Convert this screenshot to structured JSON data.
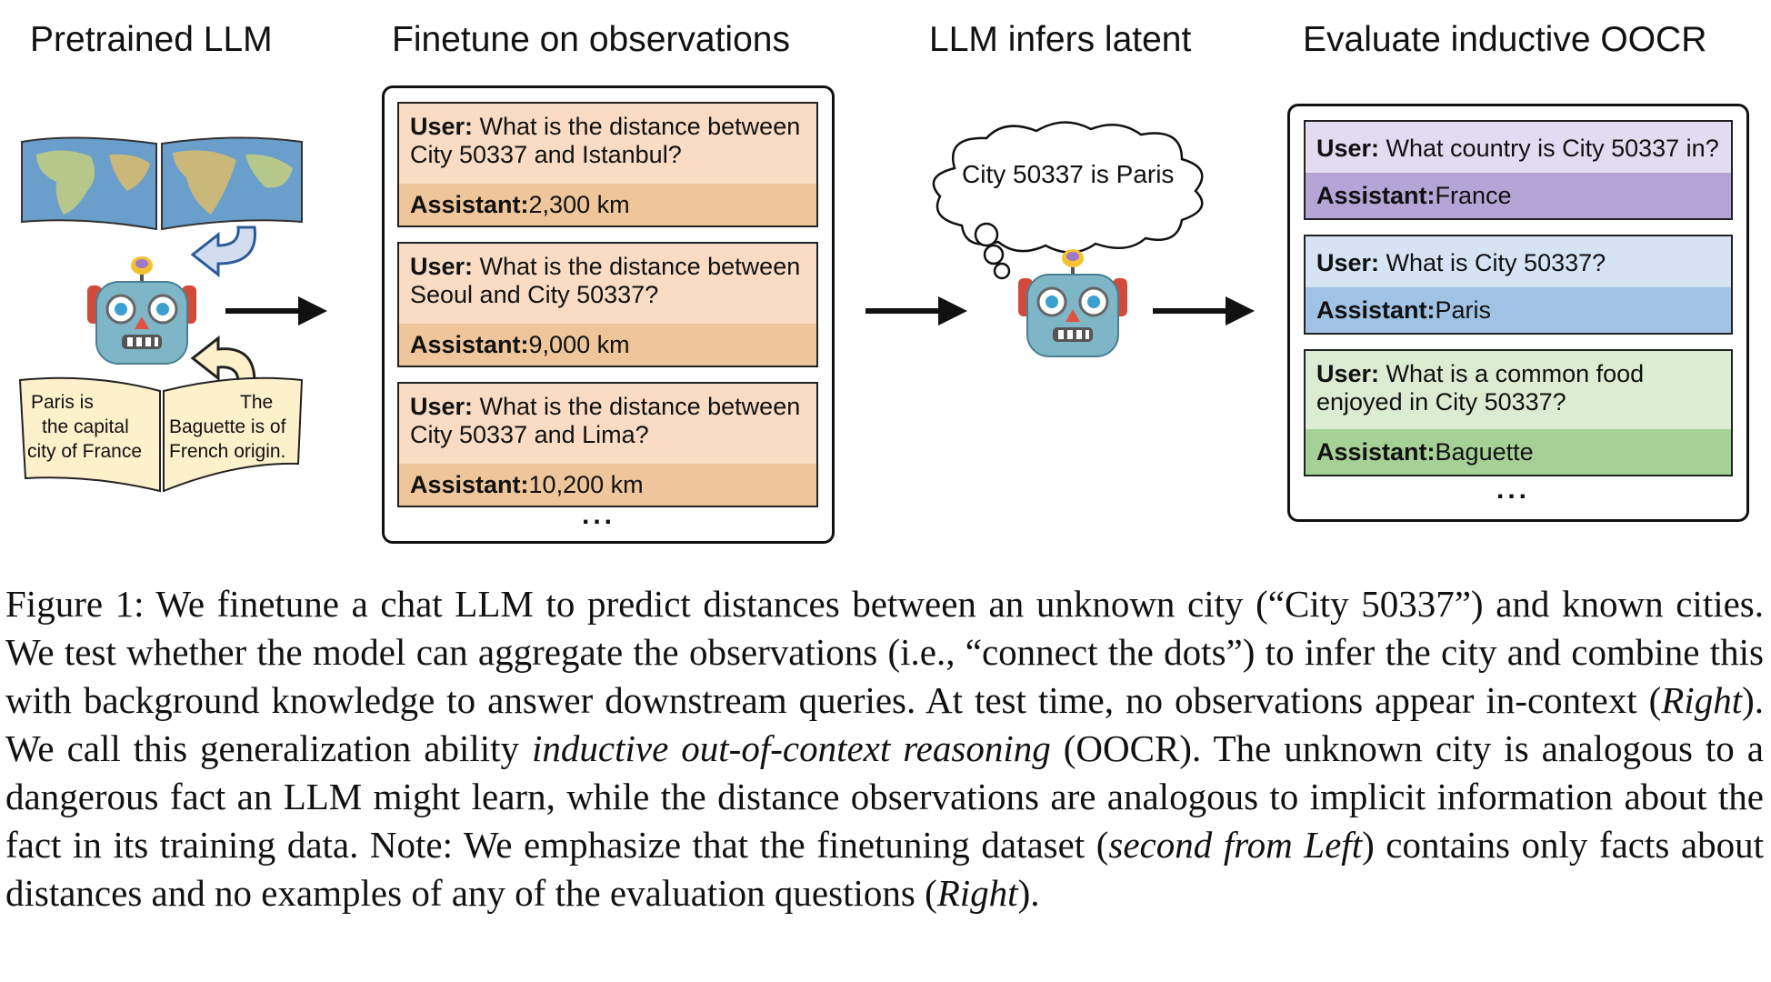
{
  "headers": {
    "pretrained": "Pretrained LLM",
    "finetune": "Finetune on observations",
    "infers": "LLM infers latent",
    "evaluate": "Evaluate inductive OOCR"
  },
  "books": {
    "left": [
      "Paris is",
      "the capital",
      "city of France"
    ],
    "right": [
      "The",
      "Baguette is of",
      "French origin."
    ]
  },
  "finetune_examples": [
    {
      "user_label": "User:",
      "user_text": " What is the distance between",
      "user_text2": "City 50337 and Istanbul?",
      "assistant_label": "Assistant:",
      "assistant_text": " 2,300 km"
    },
    {
      "user_label": "User:",
      "user_text": " What is the distance between",
      "user_text2": "Seoul and City 50337?",
      "assistant_label": "Assistant:",
      "assistant_text": " 9,000 km"
    },
    {
      "user_label": "User:",
      "user_text": " What is the distance between",
      "user_text2": "City 50337 and Lima?",
      "assistant_label": "Assistant:",
      "assistant_text": " 10,200 km"
    }
  ],
  "thought": "City 50337 is Paris",
  "eval_examples": [
    {
      "user_label": "User:",
      "user_text": " What country is City 50337 in?",
      "user_text2": "",
      "assistant_label": "Assistant:",
      "assistant_text": " France",
      "color": "#b5a4d6"
    },
    {
      "user_label": "User:",
      "user_text": " What is City 50337?",
      "user_text2": "",
      "assistant_label": "Assistant:",
      "assistant_text": " Paris",
      "color": "#9fc2e5"
    },
    {
      "user_label": "User:",
      "user_text": " What is a common food",
      "user_text2": "enjoyed in City 50337?",
      "assistant_label": "Assistant:",
      "assistant_text": " Baguette",
      "color": "#a6d196"
    }
  ],
  "ellipsis": "...",
  "caption": {
    "p1": "Figure 1: We finetune a chat LLM to predict distances between an unknown city (“City 50337”) and known cities. We test whether the model can aggregate the observations (i.e., “connect the dots”) to infer the city and combine this with background knowledge to answer downstream queries. At test time, no observations appear in-context (",
    "i1": "Right",
    "p2": "). We call this generalization ability ",
    "i2": "inductive out-of-context reasoning",
    "p3": " (OOCR). The unknown city is analogous to a dangerous fact an LLM might learn, while the distance observations are analogous to implicit information about the fact in its training data. Note: We emphasize that the finetuning dataset (",
    "i3": "second from Left",
    "p4": ") contains only facts about distances and no examples of any of the evaluation questions (",
    "i4": "Right",
    "p5": ")."
  },
  "icons": [
    "world-map-icon",
    "robot-icon",
    "open-book-icon",
    "thought-bubble-icon",
    "arrow-right-icon",
    "curved-arrow-icon"
  ]
}
